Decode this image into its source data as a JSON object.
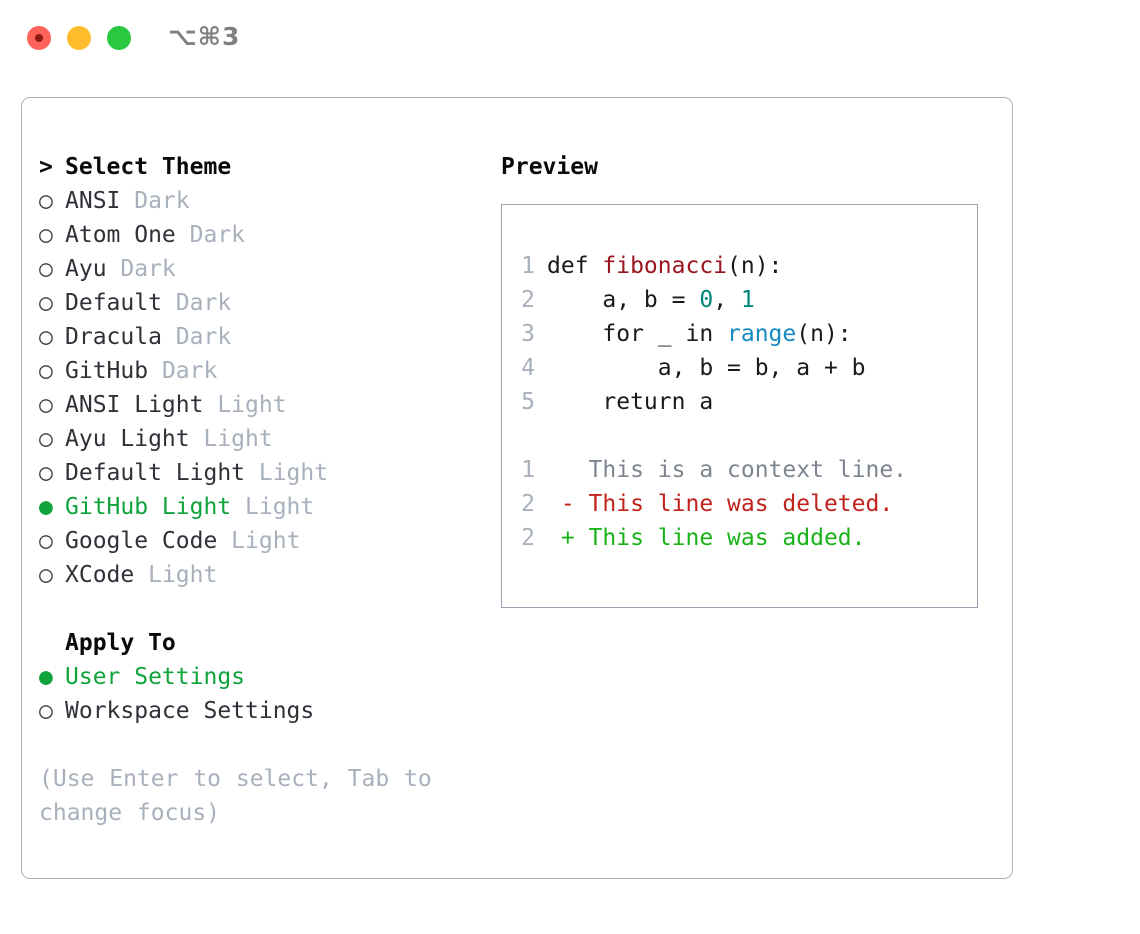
{
  "titlebar": {
    "shortcut": "⌥⌘3",
    "buttons": [
      {
        "name": "close",
        "color": "#FF6259"
      },
      {
        "name": "minimize",
        "color": "#FFBD2E"
      },
      {
        "name": "maximize",
        "color": "#28C840"
      }
    ]
  },
  "colors": {
    "accent_green": "#0FA33C",
    "muted": "#A8B0BC",
    "panel_border": "#A9B4C2",
    "preview_border": "#98A2B0",
    "syntax_function": "#9C1620",
    "syntax_number": "#00857A",
    "syntax_call": "#1489C2",
    "diff_deleted": "#C0231B",
    "diff_added": "#19B319",
    "diff_context": "#7D8590"
  },
  "theme_list": {
    "header": "Select Theme",
    "prompt": ">",
    "bullet_unselected": "○",
    "bullet_selected": "●",
    "items": [
      {
        "name": "ANSI",
        "suffix": "Dark",
        "selected": false
      },
      {
        "name": "Atom One",
        "suffix": "Dark",
        "selected": false
      },
      {
        "name": "Ayu",
        "suffix": "Dark",
        "selected": false
      },
      {
        "name": "Default",
        "suffix": "Dark",
        "selected": false
      },
      {
        "name": "Dracula",
        "suffix": "Dark",
        "selected": false
      },
      {
        "name": "GitHub",
        "suffix": "Dark",
        "selected": false
      },
      {
        "name": "ANSI Light",
        "suffix": "Light",
        "selected": false
      },
      {
        "name": "Ayu Light",
        "suffix": "Light",
        "selected": false
      },
      {
        "name": "Default Light",
        "suffix": "Light",
        "selected": false
      },
      {
        "name": "GitHub Light",
        "suffix": "Light",
        "selected": true
      },
      {
        "name": "Google Code",
        "suffix": "Light",
        "selected": false
      },
      {
        "name": "XCode",
        "suffix": "Light",
        "selected": false
      }
    ]
  },
  "apply_to": {
    "header": "Apply To",
    "items": [
      {
        "name": "User Settings",
        "selected": true
      },
      {
        "name": "Workspace Settings",
        "selected": false
      }
    ]
  },
  "hint": "(Use Enter to select, Tab to change focus)",
  "preview": {
    "title": "Preview",
    "code_lines": [
      {
        "number": "1",
        "tokens": [
          {
            "text": "def ",
            "kind": "plain"
          },
          {
            "text": "fibonacci",
            "kind": "fn"
          },
          {
            "text": "(n):",
            "kind": "plain"
          }
        ]
      },
      {
        "number": "2",
        "tokens": [
          {
            "text": "    a, b = ",
            "kind": "plain"
          },
          {
            "text": "0",
            "kind": "num"
          },
          {
            "text": ", ",
            "kind": "plain"
          },
          {
            "text": "1",
            "kind": "num"
          }
        ]
      },
      {
        "number": "3",
        "tokens": [
          {
            "text": "    for _ in ",
            "kind": "plain"
          },
          {
            "text": "range",
            "kind": "call"
          },
          {
            "text": "(n):",
            "kind": "plain"
          }
        ]
      },
      {
        "number": "4",
        "tokens": [
          {
            "text": "        a, b = b, a + b",
            "kind": "plain"
          }
        ]
      },
      {
        "number": "5",
        "tokens": [
          {
            "text": "    return a",
            "kind": "plain"
          }
        ]
      }
    ],
    "diff_lines": [
      {
        "number": "1",
        "marker": " ",
        "text": "This is a context line.",
        "kind": "ctx"
      },
      {
        "number": "2",
        "marker": "-",
        "text": "This line was deleted.",
        "kind": "del"
      },
      {
        "number": "2",
        "marker": "+",
        "text": "This line was added.",
        "kind": "add"
      }
    ]
  }
}
